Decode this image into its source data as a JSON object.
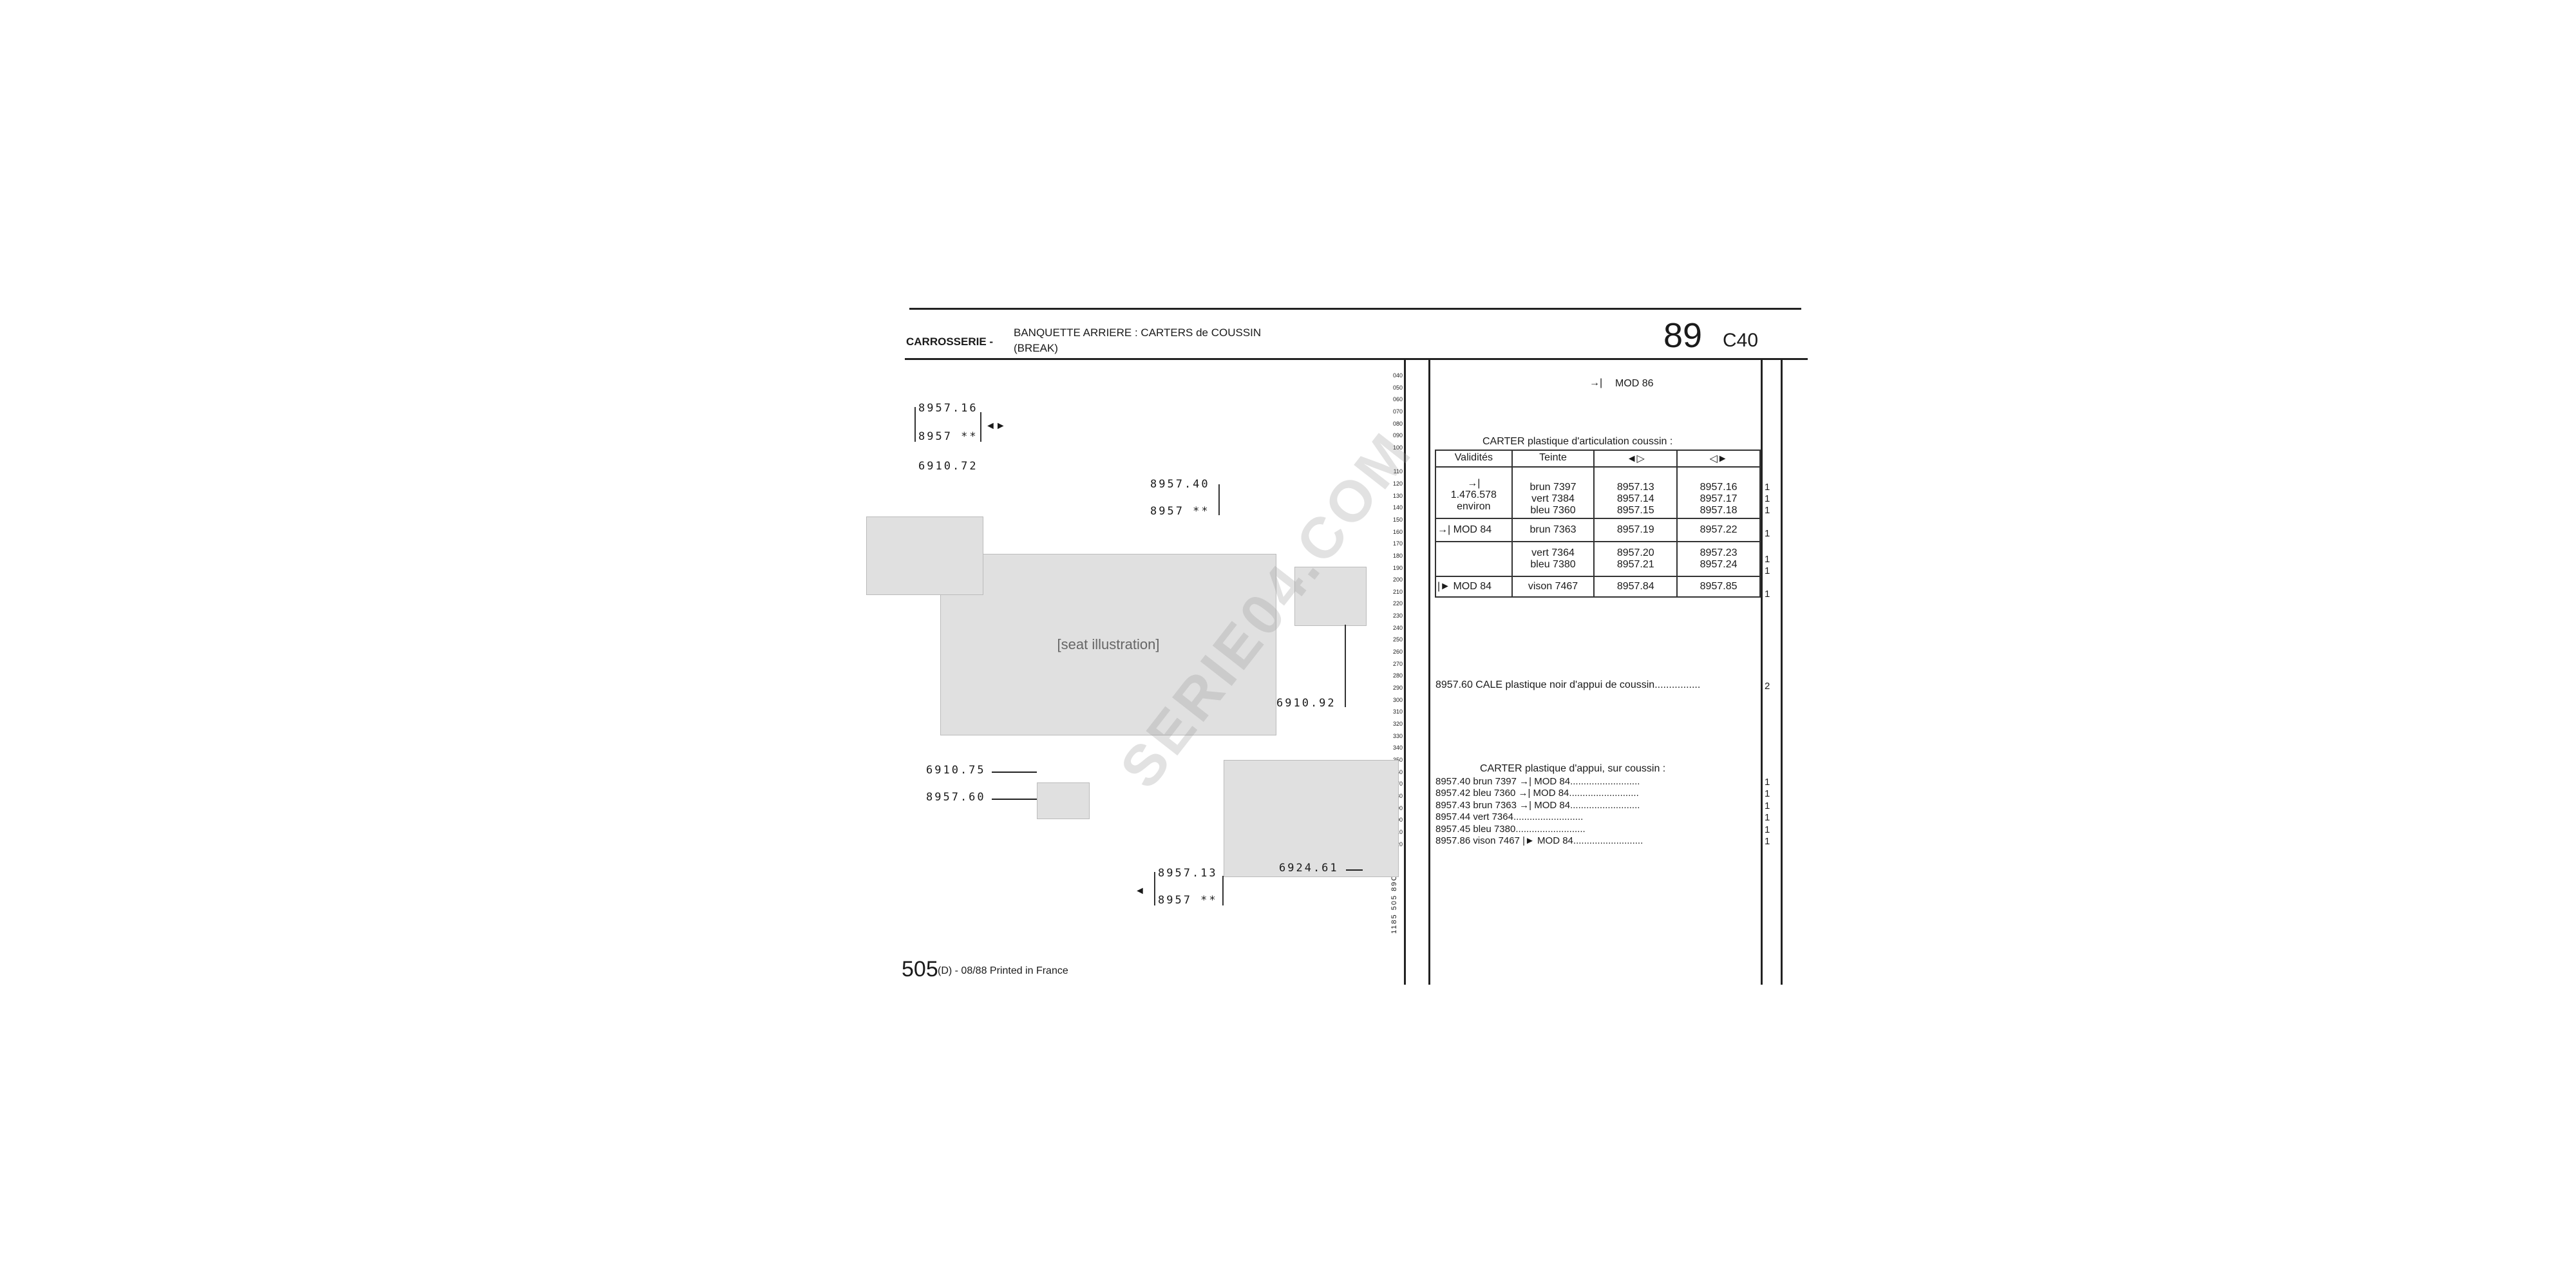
{
  "header": {
    "section": "CARROSSERIE -",
    "title_line1": "BANQUETTE ARRIERE : CARTERS de COUSSIN",
    "title_line2": "(BREAK)",
    "page_number": "89",
    "page_code": "C40"
  },
  "scale_ticks": [
    "040",
    "050",
    "060",
    "070",
    "080",
    "090",
    "100",
    "",
    "110",
    "120",
    "130",
    "140",
    "150",
    "160",
    "170",
    "180",
    "190",
    "200",
    "210",
    "220",
    "230",
    "240",
    "250",
    "260",
    "270",
    "280",
    "290",
    "300",
    "310",
    "320",
    "330",
    "340",
    "350",
    "360",
    "370",
    "380",
    "390",
    "400",
    "410",
    "420"
  ],
  "side_code": "1185 505 89C40",
  "callouts": {
    "c1a": "8957.16",
    "c1b": "8957 **",
    "c2": "6910.72",
    "c3a": "8957.40",
    "c3b": "8957 **",
    "c4": "6910.92",
    "c5": "6910.75",
    "c6": "8957.60",
    "c7a": "8957.13",
    "c7b": "8957 **",
    "c8": "6924.61"
  },
  "footer": {
    "model": "505",
    "rest": "(D) - 08/88 Printed in France"
  },
  "figure_label": "[seat illustration]",
  "right": {
    "mod86": "MOD 86",
    "carter_title": "CARTER plastique d'articulation coussin :",
    "table_headers": [
      "Validités",
      "Teinte",
      "",
      ""
    ],
    "rows": [
      {
        "validite": "1.476.578\nenviron",
        "teintes": [
          "brun 7397",
          "vert 7384",
          "bleu 7360"
        ],
        "left": [
          "8957.13",
          "8957.14",
          "8957.15"
        ],
        "right": [
          "8957.16",
          "8957.17",
          "8957.18"
        ],
        "qty": [
          "1",
          "1",
          "1"
        ]
      },
      {
        "validite": "MOD 84",
        "teintes": [
          "brun 7363"
        ],
        "left": [
          "8957.19"
        ],
        "right": [
          "8957.22"
        ],
        "qty": [
          "1"
        ]
      },
      {
        "validite": "",
        "teintes": [
          "vert 7364",
          "bleu 7380"
        ],
        "left": [
          "8957.20",
          "8957.21"
        ],
        "right": [
          "8957.23",
          "8957.24"
        ],
        "qty": [
          "1",
          "1"
        ]
      },
      {
        "validite": "MOD 84",
        "teintes": [
          "vison 7467"
        ],
        "left": [
          "8957.84"
        ],
        "right": [
          "8957.85"
        ],
        "qty": [
          "1"
        ]
      }
    ],
    "cale_line": "8957.60  CALE plastique noir d'appui de coussin",
    "cale_qty": "2",
    "appui_title": "CARTER plastique d'appui, sur coussin :",
    "appui_items": [
      {
        "ref": "8957.40",
        "desc": "brun 7397",
        "mod": "MOD 84",
        "qty": "1"
      },
      {
        "ref": "8957.42",
        "desc": "bleu 7360",
        "mod": "MOD 84",
        "qty": "1"
      },
      {
        "ref": "8957.43",
        "desc": "brun 7363",
        "mod": "MOD 84",
        "qty": "1"
      },
      {
        "ref": "8957.44",
        "desc": "vert 7364",
        "mod": "",
        "qty": "1"
      },
      {
        "ref": "8957.45",
        "desc": "bleu 7380",
        "mod": "",
        "qty": "1"
      },
      {
        "ref": "8957.86",
        "desc": "vison 7467",
        "mod": "MOD 84",
        "qty": "1"
      }
    ]
  },
  "watermark": "SERIE04.COM"
}
